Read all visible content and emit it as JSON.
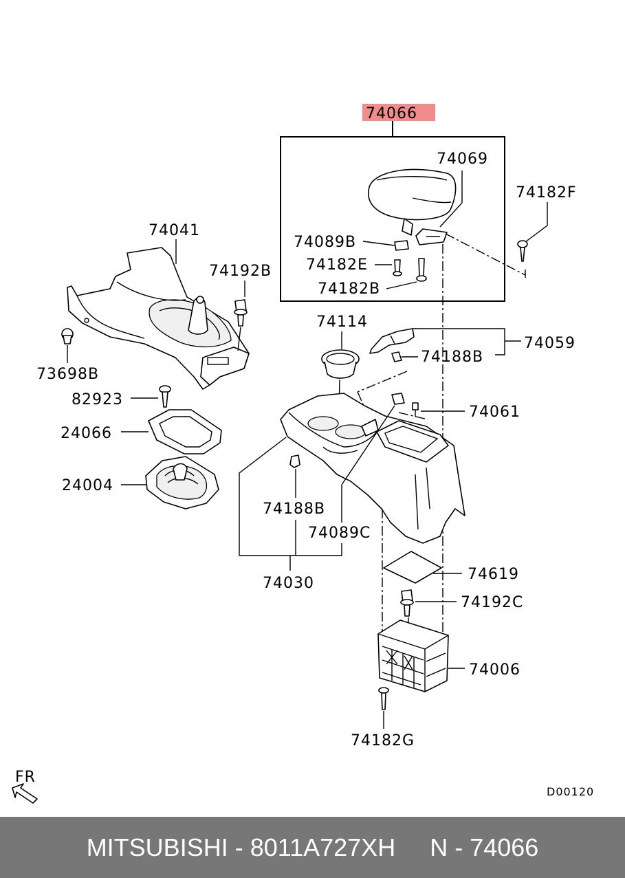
{
  "highlight_color": "#f08c8c",
  "labels": {
    "l74066": "74066",
    "l74069": "74069",
    "l74182F": "74182F",
    "l74089B": "74089B",
    "l74182E": "74182E",
    "l74182B": "74182B",
    "l74041": "74041",
    "l74192B": "74192B",
    "l73698B": "73698B",
    "l74114": "74114",
    "l74059": "74059",
    "l74188B_top": "74188B",
    "l82923": "82923",
    "l74061": "74061",
    "l24066": "24066",
    "l24004": "24004",
    "l74188B_bot": "74188B",
    "l74089C": "74089C",
    "l74030": "74030",
    "l74619": "74619",
    "l74192C": "74192C",
    "l74006": "74006",
    "l74182G": "74182G",
    "fr": "FR",
    "code": "D00120"
  },
  "footer": {
    "text": "MITSUBISHI - 8011A727XH     N - 74066"
  }
}
